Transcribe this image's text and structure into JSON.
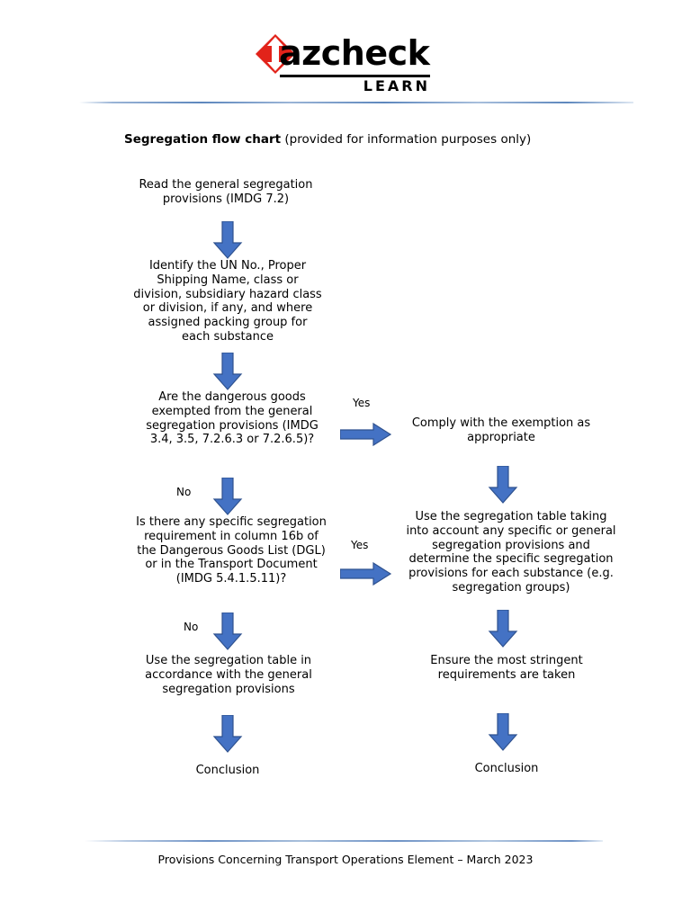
{
  "document": {
    "brand": {
      "wordmark": "azcheck",
      "wordmark_initial": "H",
      "subtitle": "LEARN",
      "diamond_color": "#E2231A",
      "text_color": "#000000"
    },
    "title": {
      "bold_part": "Segregation flow chart",
      "rest_part": " (provided for information purposes only)"
    },
    "footer": {
      "text": "Provisions Concerning Transport Operations Element – March 2023"
    },
    "accent_colors": {
      "arrow_fill": "#4472C4",
      "arrow_stroke": "#2F528F",
      "rule_blue": "#5D87BD"
    }
  },
  "chart_data": {
    "type": "diagram",
    "title": "Segregation flow chart",
    "subtitle": "(provided for information purposes only)",
    "orientation": "top-to-bottom with right branches",
    "nodes": [
      {
        "id": "n1",
        "column": "left",
        "text": "Read the general segregation provisions (IMDG 7.2)"
      },
      {
        "id": "n2",
        "column": "left",
        "text": "Identify the UN No., Proper Shipping Name, class or division, subsidiary hazard class or division, if any, and where assigned packing group for each substance"
      },
      {
        "id": "n3",
        "column": "left",
        "kind": "decision",
        "text": "Are the dangerous goods exempted from the general segregation provisions (IMDG 3.4, 3.5, 7.2.6.3 or 7.2.6.5)?"
      },
      {
        "id": "n4",
        "column": "right",
        "text": "Comply with the exemption as appropriate"
      },
      {
        "id": "n5",
        "column": "left",
        "kind": "decision",
        "text": "Is there any specific segregation requirement in column 16b of the Dangerous Goods List (DGL) or in the Transport Document (IMDG 5.4.1.5.11)?"
      },
      {
        "id": "n6",
        "column": "right",
        "text": "Use the segregation table taking into account any specific or general segregation provisions and determine the specific segregation provisions for each substance (e.g. segregation groups)"
      },
      {
        "id": "n7",
        "column": "left",
        "text": "Use the segregation table in accordance with the general segregation provisions"
      },
      {
        "id": "n8",
        "column": "right",
        "text": "Ensure the most stringent requirements are taken"
      },
      {
        "id": "n9",
        "column": "left",
        "kind": "terminator",
        "text": "Conclusion"
      },
      {
        "id": "n10",
        "column": "right",
        "kind": "terminator",
        "text": "Conclusion"
      }
    ],
    "edges": [
      {
        "from": "n1",
        "to": "n2",
        "label": "",
        "direction": "down"
      },
      {
        "from": "n2",
        "to": "n3",
        "label": "",
        "direction": "down"
      },
      {
        "from": "n3",
        "to": "n4",
        "label": "Yes",
        "direction": "right"
      },
      {
        "from": "n3",
        "to": "n5",
        "label": "No",
        "direction": "down"
      },
      {
        "from": "n4",
        "to": "n6",
        "label": "",
        "direction": "down"
      },
      {
        "from": "n5",
        "to": "n6",
        "label": "Yes",
        "direction": "right"
      },
      {
        "from": "n5",
        "to": "n7",
        "label": "No",
        "direction": "down"
      },
      {
        "from": "n6",
        "to": "n8",
        "label": "",
        "direction": "down"
      },
      {
        "from": "n7",
        "to": "n9",
        "label": "",
        "direction": "down"
      },
      {
        "from": "n8",
        "to": "n10",
        "label": "",
        "direction": "down"
      }
    ],
    "edge_labels": {
      "yes_1": "Yes",
      "no_1": "No",
      "yes_2": "Yes",
      "no_2": "No"
    }
  }
}
